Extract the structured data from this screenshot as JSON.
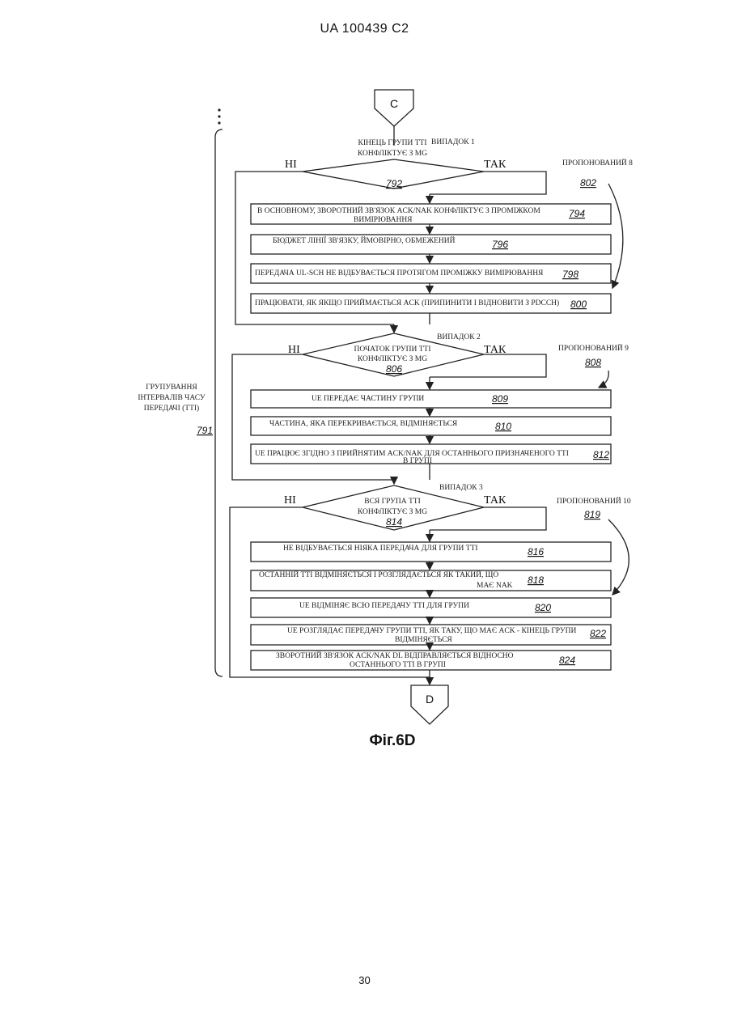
{
  "header": {
    "text": "UA   100439   C2"
  },
  "page_number": "30",
  "figure_caption": "Фіг.6D",
  "connectors": {
    "top": "C",
    "bottom": "D"
  },
  "left_bracket": {
    "label_lines": [
      "ГРУПУВАННЯ",
      "ІНТЕРВАЛІВ ЧАСУ",
      "ПЕРЕДАЧІ (TTI)"
    ],
    "ref": "791"
  },
  "case1": {
    "case_label": "ВИПАДОК 1",
    "decision_lines": [
      "КІНЕЦЬ ГРУПИ TTI",
      "КОНФЛІКТУЄ З MG"
    ],
    "no": "НІ",
    "yes": "ТАК",
    "decision_ref": "792",
    "proposed": "ПРОПОНОВАНИЙ 8",
    "proposed_ref": "802",
    "boxes": [
      {
        "lines": [
          "В ОСНОВНОМУ, ЗВОРОТНИЙ ЗВ'ЯЗОК ACK/NAK КОНФЛІКТУЄ З ПРОМІЖКОМ",
          "ВИМІРЮВАННЯ"
        ],
        "ref": "794"
      },
      {
        "lines": [
          "БЮДЖЕТ ЛІНІЇ ЗВ'ЯЗКУ, ЙМОВІРНО, ОБМЕЖЕНИЙ"
        ],
        "ref": "796"
      },
      {
        "lines": [
          "ПЕРЕДАЧА UL-SCH НЕ ВІДБУВАЄТЬСЯ ПРОТЯГОМ ПРОМІЖКУ ВИМІРЮВАННЯ"
        ],
        "ref": "798"
      },
      {
        "lines": [
          "ПРАЦЮВАТИ, ЯК ЯКЩО ПРИЙМАЄТЬСЯ ACK (ПРИПИНИТИ І ВІДНОВИТИ З PDCCH)"
        ],
        "ref": "800"
      }
    ]
  },
  "case2": {
    "case_label": "ВИПАДОК 2",
    "decision_lines": [
      "ПОЧАТОК ГРУПИ TTI",
      "КОНФЛІКТУЄ З MG"
    ],
    "no": "НІ",
    "yes": "ТАК",
    "decision_ref": "806",
    "proposed": "ПРОПОНОВАНИЙ 9",
    "proposed_ref": "808",
    "boxes": [
      {
        "lines": [
          "UE ПЕРЕДАЄ ЧАСТИНУ ГРУПИ"
        ],
        "ref": "809"
      },
      {
        "lines": [
          "ЧАСТИНА, ЯКА ПЕРЕКРИВАЄТЬСЯ, ВІДМІНЯЄТЬСЯ"
        ],
        "ref": "810"
      },
      {
        "lines": [
          "UE ПРАЦЮЄ ЗГІДНО З ПРИЙНЯТИМ ACK/NAK ДЛЯ ОСТАННЬОГО ПРИЗНАЧЕНОГО TTI",
          "В ГРУПІ"
        ],
        "ref": "812"
      }
    ]
  },
  "case3": {
    "case_label": "ВИПАДОК 3",
    "decision_lines": [
      "ВСЯ ГРУПА TTI",
      "КОНФЛІКТУЄ З MG"
    ],
    "no": "НІ",
    "yes": "ТАК",
    "decision_ref": "814",
    "proposed": "ПРОПОНОВАНИЙ 10",
    "proposed_ref": "819",
    "boxes": [
      {
        "lines": [
          "НЕ ВІДБУВАЄТЬСЯ НІЯКА ПЕРЕДАЧА ДЛЯ ГРУПИ TTI"
        ],
        "ref": "816"
      },
      {
        "lines": [
          "ОСТАННІЙ TTI ВІДМІНЯЄТЬСЯ І РОЗГЛЯДАЄТЬСЯ ЯК ТАКИЙ, ЩО",
          "МАЄ NAK"
        ],
        "ref": "818"
      },
      {
        "lines": [
          "UE ВІДМІНЯЄ ВСЮ ПЕРЕДАЧУ TTI ДЛЯ ГРУПИ"
        ],
        "ref": "820"
      },
      {
        "lines": [
          "UE РОЗГЛЯДАЄ ПЕРЕДАЧУ ГРУПИ TTI, ЯК ТАКУ, ЩО МАЄ ACK - КІНЕЦЬ ГРУПИ",
          "ВІДМІНЯЄТЬСЯ"
        ],
        "ref": "822"
      },
      {
        "lines": [
          "ЗВОРОТНИЙ ЗВ'ЯЗОК ACK/NAK DL ВІДПРАВЛЯЄТЬСЯ ВІДНОСНО",
          "ОСТАННЬОГО TTI В ГРУПІ"
        ],
        "ref": "824"
      }
    ]
  }
}
